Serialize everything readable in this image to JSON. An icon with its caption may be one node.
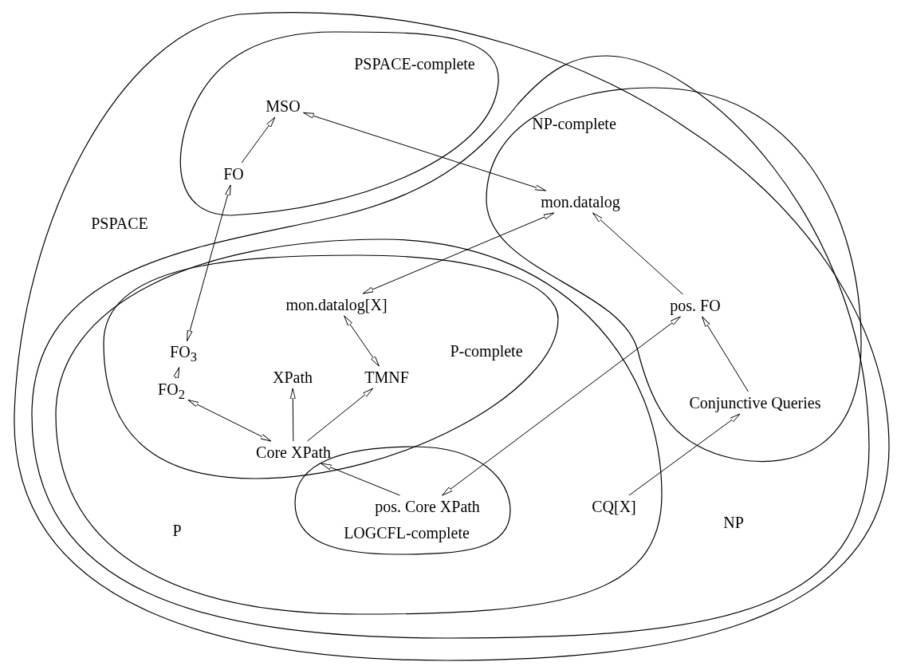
{
  "diagram": {
    "nodes": [
      {
        "text": [
          "PSPACE"
        ]
      },
      {
        "text": [
          "PSPACE-complete"
        ],
        "in": 0
      },
      {
        "text": [
          "MSO"
        ],
        "in": 1
      },
      {
        "text": [
          "FO"
        ],
        "in": 1
      },
      {
        "text": [
          "NP"
        ],
        "in": 0
      },
      {
        "text": [
          "NP-complete"
        ],
        "in": 4
      },
      {
        "text": [
          "mon.datalog"
        ],
        "in": 5
      },
      {
        "text": [
          "pos. FO"
        ],
        "in": 5
      },
      {
        "text": [
          "Conjunctive Queries"
        ],
        "in": 5
      },
      {
        "text": [
          "P"
        ],
        "in": 4
      },
      {
        "text": [
          "P-complete"
        ],
        "in": 9
      },
      {
        "text": [
          "mon.datalog[X]"
        ],
        "in": 10
      },
      {
        "text": [
          "XPath"
        ],
        "in": 10
      },
      {
        "text": [
          "TMNF"
        ],
        "in": 10
      },
      {
        "text": [
          "FO$_{3}$"
        ],
        "in": 10
      },
      {
        "text": [
          "FO$_{2}$"
        ],
        "in": 10
      },
      {
        "text": [
          "Core XPath"
        ],
        "in": 10
      },
      {
        "text": [
          "LOGCFL-complete"
        ],
        "in": 9
      },
      {
        "text": [
          "pos. Core XPath"
        ],
        "in": 17
      },
      {
        "text": [
          "CQ[X]"
        ],
        "in": 9
      }
    ],
    "edges": [
      {
        "from": 3,
        "to": 2,
        "arrow": "to"
      },
      {
        "from": 2,
        "to": 6,
        "arrow": "both"
      },
      {
        "from": 3,
        "to": 14,
        "arrow": "both"
      },
      {
        "from": 15,
        "to": 14,
        "arrow": "to"
      },
      {
        "from": 15,
        "to": 16,
        "arrow": "both"
      },
      {
        "from": 16,
        "to": 12,
        "arrow": "to"
      },
      {
        "from": 16,
        "to": 13,
        "arrow": "to"
      },
      {
        "from": 13,
        "to": 11,
        "arrow": "both"
      },
      {
        "from": 6,
        "to": 11,
        "arrow": "both"
      },
      {
        "from": 7,
        "to": 6,
        "arrow": "to"
      },
      {
        "from": 8,
        "to": 7,
        "arrow": "to"
      },
      {
        "from": 19,
        "to": 8,
        "arrow": "to"
      },
      {
        "from": 18,
        "to": 16,
        "arrow": "to"
      },
      {
        "from": 7,
        "to": 18,
        "arrow": "both"
      }
    ]
  }
}
